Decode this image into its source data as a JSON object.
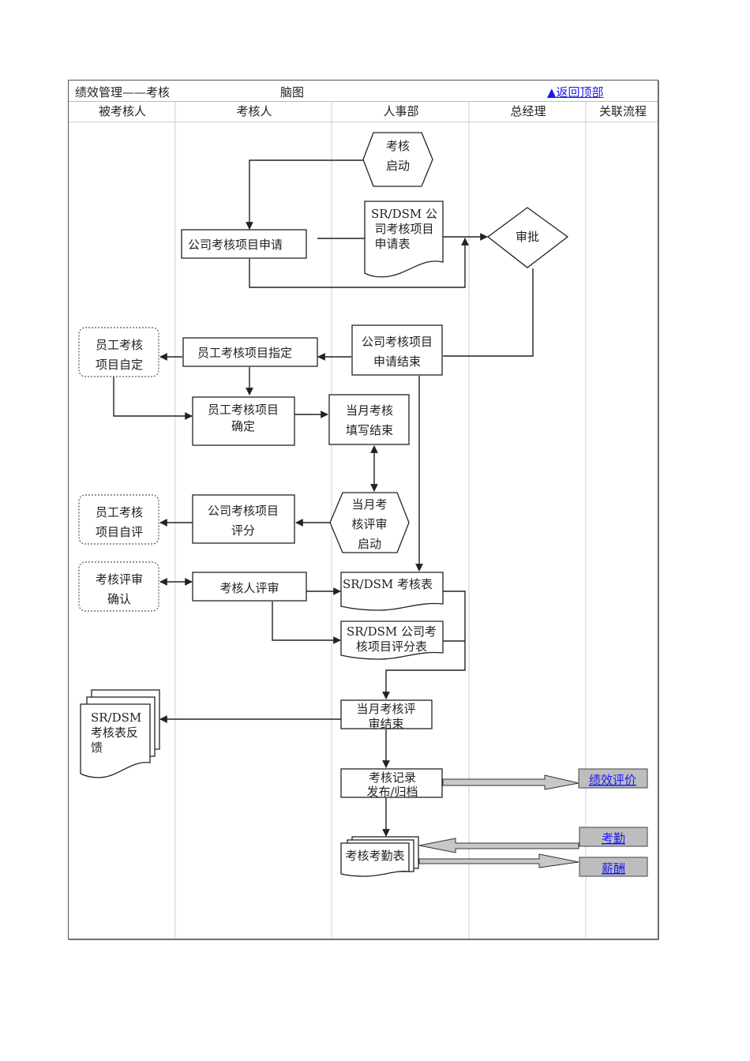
{
  "header": {
    "title": "绩效管理——考核",
    "subtitle": "脑图",
    "back_to_top": "▲返回顶部"
  },
  "lanes": [
    "被考核人",
    "考核人",
    "人事部",
    "总经理",
    "关联流程"
  ],
  "nodes": {
    "start": [
      "考核",
      "启动"
    ],
    "apply": [
      "公司考核项目申请"
    ],
    "apply_form": [
      "SR/DSM 公",
      "司考核项目",
      "申请表"
    ],
    "approve": [
      "审批"
    ],
    "apply_end": [
      "公司考核项目",
      "申请结束"
    ],
    "assign": [
      "员工考核项目指定"
    ],
    "self_define": [
      "员工考核",
      "项目自定"
    ],
    "confirm": [
      "员工考核项目",
      "确定"
    ],
    "fill_end": [
      "当月考核",
      "填写结束"
    ],
    "review_start": [
      "当月考",
      "核评审",
      "启动"
    ],
    "score": [
      "公司考核项目",
      "评分"
    ],
    "self_eval": [
      "员工考核",
      "项目自评"
    ],
    "review_confirm": [
      "考核评审",
      "确认"
    ],
    "reviewer_review": [
      "考核人评审"
    ],
    "eval_form": [
      "SR/DSM 考核表"
    ],
    "score_form": [
      "SR/DSM 公司考",
      "核项目评分表"
    ],
    "review_end": [
      "当月考核评",
      "审结束"
    ],
    "feedback": [
      "SR/DSM",
      "考核表反",
      "馈"
    ],
    "publish": [
      "考核记录",
      "发布/归档"
    ],
    "attendance_form": [
      "考核考勤表"
    ]
  },
  "related_links": {
    "performance": "绩效评价",
    "attendance": "考勤",
    "salary": "薪酬"
  },
  "colors": {
    "link": "#1a1aee",
    "related_box": "#bdbdbd",
    "line": "#222222"
  }
}
